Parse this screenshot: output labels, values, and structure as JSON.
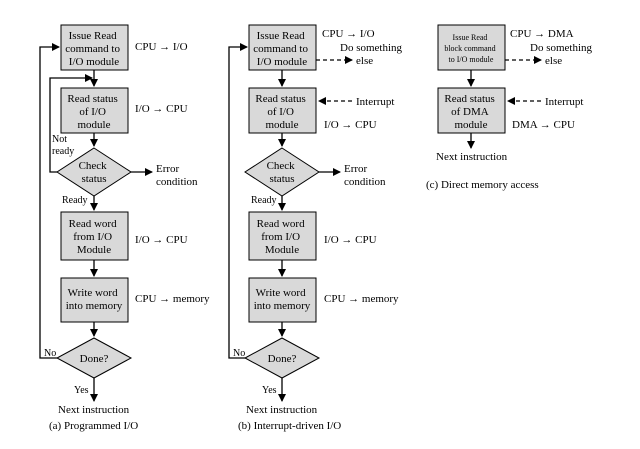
{
  "panel_a": {
    "step1": [
      "Issue Read",
      "command to",
      "I/O module"
    ],
    "step1_note": "CPU → I/O",
    "step2": [
      "Read status",
      "of I/O",
      "module"
    ],
    "step2_note": "I/O → CPU",
    "not_ready": [
      "Not",
      "ready"
    ],
    "check": [
      "Check",
      "status"
    ],
    "error": [
      "Error",
      "condition"
    ],
    "ready": "Ready",
    "step3": [
      "Read word",
      "from I/O",
      "Module"
    ],
    "step3_note": "I/O → CPU",
    "step4": [
      "Write word",
      "into memory"
    ],
    "step4_note": "CPU → memory",
    "no": "No",
    "done": "Done?",
    "yes": "Yes",
    "next": "Next instruction",
    "caption": "(a) Programmed I/O"
  },
  "panel_b": {
    "step1": [
      "Issue Read",
      "command to",
      "I/O module"
    ],
    "step1_note": "CPU → I/O",
    "do_something": [
      "Do something",
      "else"
    ],
    "step2": [
      "Read status",
      "of I/O",
      "module"
    ],
    "interrupt": "Interrupt",
    "step2_note": "I/O → CPU",
    "check": [
      "Check",
      "status"
    ],
    "error": [
      "Error",
      "condition"
    ],
    "ready": "Ready",
    "step3": [
      "Read word",
      "from I/O",
      "Module"
    ],
    "step3_note": "I/O → CPU",
    "step4": [
      "Write word",
      "into memory"
    ],
    "step4_note": "CPU → memory",
    "no": "No",
    "done": "Done?",
    "yes": "Yes",
    "next": "Next instruction",
    "caption": "(b) Interrupt-driven I/O"
  },
  "panel_c": {
    "step1": [
      "Issue Read",
      "block command",
      "to I/O module"
    ],
    "step1_note": "CPU → DMA",
    "do_something": [
      "Do something",
      "else"
    ],
    "step2": [
      "Read status",
      "of DMA",
      "module"
    ],
    "interrupt": "Interrupt",
    "step2_note": "DMA → CPU",
    "next": "Next instruction",
    "caption": "(c) Direct memory access"
  }
}
